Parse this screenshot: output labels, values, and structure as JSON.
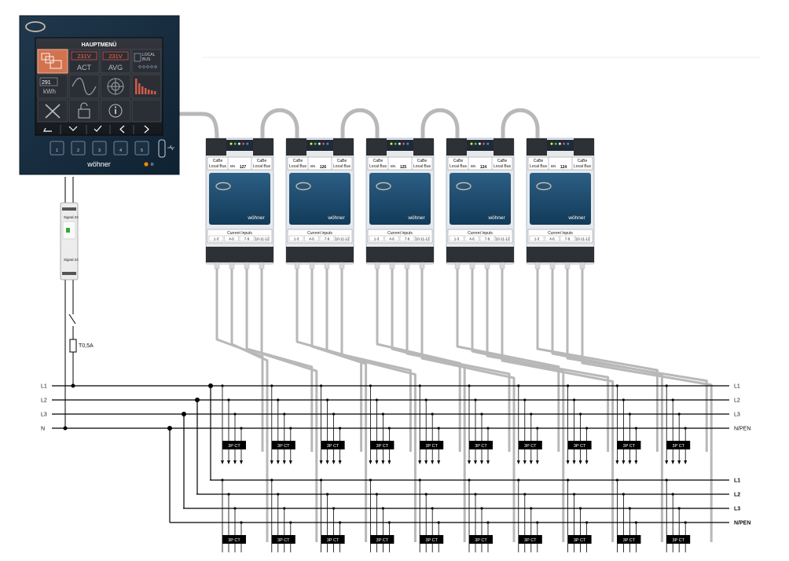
{
  "display": {
    "menu_title": "HAUPTMENÜ",
    "tiles": {
      "act_value": "231V",
      "act_label": "ACT",
      "avg_value": "231V",
      "avg_label": "AVG",
      "bus_line1": "LOCAL",
      "bus_line2": "BUS",
      "energy_value": "291",
      "energy_unit": "kWh"
    },
    "nav_keys": [
      "1",
      "2",
      "3",
      "4",
      "5"
    ],
    "brand": "wöhner",
    "led_label": "R"
  },
  "modules": {
    "header_left": [
      "CaBe",
      "Local Bus"
    ],
    "header_right": [
      "CaBe",
      "Local Bus"
    ],
    "id_prefix": "BN",
    "ids": [
      "127",
      "126",
      "125",
      "124",
      "124"
    ],
    "current_inputs_label": "Current Inputs",
    "channel_labels": [
      "1-3",
      "4-6",
      "7-9",
      "10-11-12"
    ],
    "brand": "wöhner"
  },
  "supply": {
    "fuse_label": "T0,5A",
    "psu_label_top": "Signal 24",
    "psu_label_bottom": "Signal 24"
  },
  "busbars": {
    "upper_left": [
      "L1",
      "L2",
      "L3",
      "N"
    ],
    "upper_right": [
      "L1",
      "L2",
      "L3",
      "N/PEN"
    ],
    "lower_right": [
      "L1",
      "L2",
      "L3",
      "N/PEN"
    ]
  },
  "ct_label": "3P CT",
  "colors": {
    "display_frame": "#152a3c",
    "module_front": "#1b4a6e",
    "module_body": "#e6e9ec",
    "cable": "#b8b8b8",
    "bus": "#000000",
    "ct_box": "#000000",
    "led_orange": "#f08a00"
  }
}
